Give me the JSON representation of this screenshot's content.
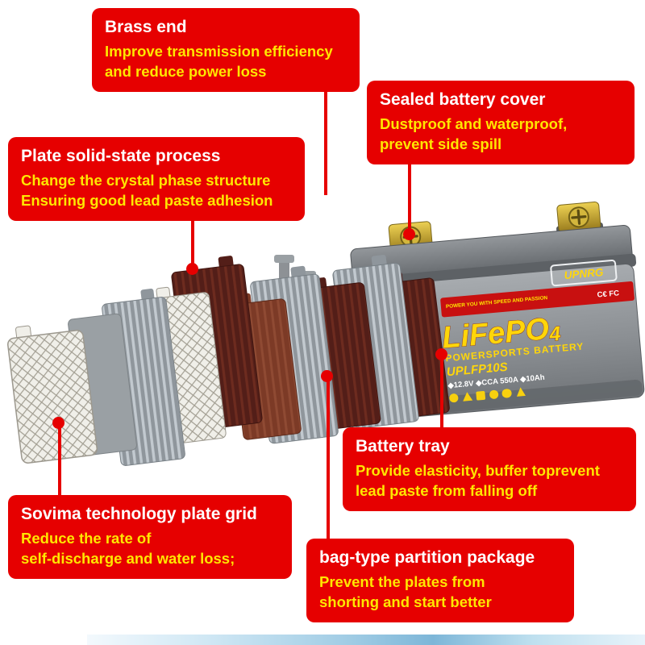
{
  "callouts": [
    {
      "id": "brass-end",
      "title": "Brass end",
      "body": "Improve transmission efficiency\nand reduce power loss"
    },
    {
      "id": "sealed-cover",
      "title": "Sealed battery cover",
      "body": "Dustproof and waterproof,\nprevent side spill"
    },
    {
      "id": "plate-process",
      "title": "Plate solid-state process",
      "body": "Change the crystal phase structure\nEnsuring good lead paste adhesion"
    },
    {
      "id": "battery-tray",
      "title": "Battery tray",
      "body": "Provide elasticity, buffer toprevent\nlead paste from falling off"
    },
    {
      "id": "plate-grid",
      "title": "Sovima technology plate grid",
      "body": "Reduce the rate of\nself-discharge and water loss;"
    },
    {
      "id": "partition",
      "title": "bag-type partition package",
      "body": "Prevent the plates from\nshorting and start better"
    }
  ],
  "battery_label": {
    "brand": "UPNRG",
    "slogan": "POWER YOU WITH SPEED AND PASSION",
    "certs": "C€ FC",
    "product_name": "LiFePO",
    "product_sub": "4",
    "category": "POWERSPORTS BATTERY",
    "model": "UPLFP10S",
    "specs": "◆12.8V ◆CCA 550A ◆10Ah"
  },
  "colors": {
    "callout_bg": "#e60000",
    "callout_title": "#ffffff",
    "callout_body": "#ffe600",
    "connector": "#e60000",
    "brand_yellow": "#ffd60a",
    "battery_gray": "#8b8f93",
    "lead_plate": "#531e18"
  }
}
